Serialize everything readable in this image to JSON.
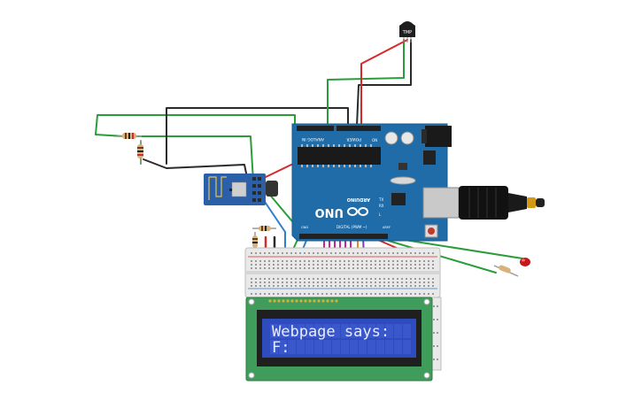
{
  "sensor": {
    "label": "TMP"
  },
  "arduino": {
    "brand": "ARDUINO",
    "model": "UNO",
    "header_power": "POWER",
    "header_analog": "ANALOG IN",
    "header_digital": "DIGITAL (PWM ~)",
    "label_aref": "AREF",
    "label_gnd": "GND",
    "label_tx": "TX",
    "label_rx": "RX",
    "label_l": "L",
    "label_on": "ON"
  },
  "lcd": {
    "line1": "Webpage says:",
    "line2": "F:"
  },
  "colors": {
    "board": "#1f6ca8",
    "breadboard": "#e9e9e9",
    "lcd_pcb": "#3f9c5a",
    "lcd_screen": "#2f4cbf",
    "wire_green": "#2a9d3a",
    "wire_red": "#d42a2a",
    "wire_black": "#2b2b2b",
    "wire_blue": "#2f80c8",
    "wire_magenta": "#c2288f"
  }
}
